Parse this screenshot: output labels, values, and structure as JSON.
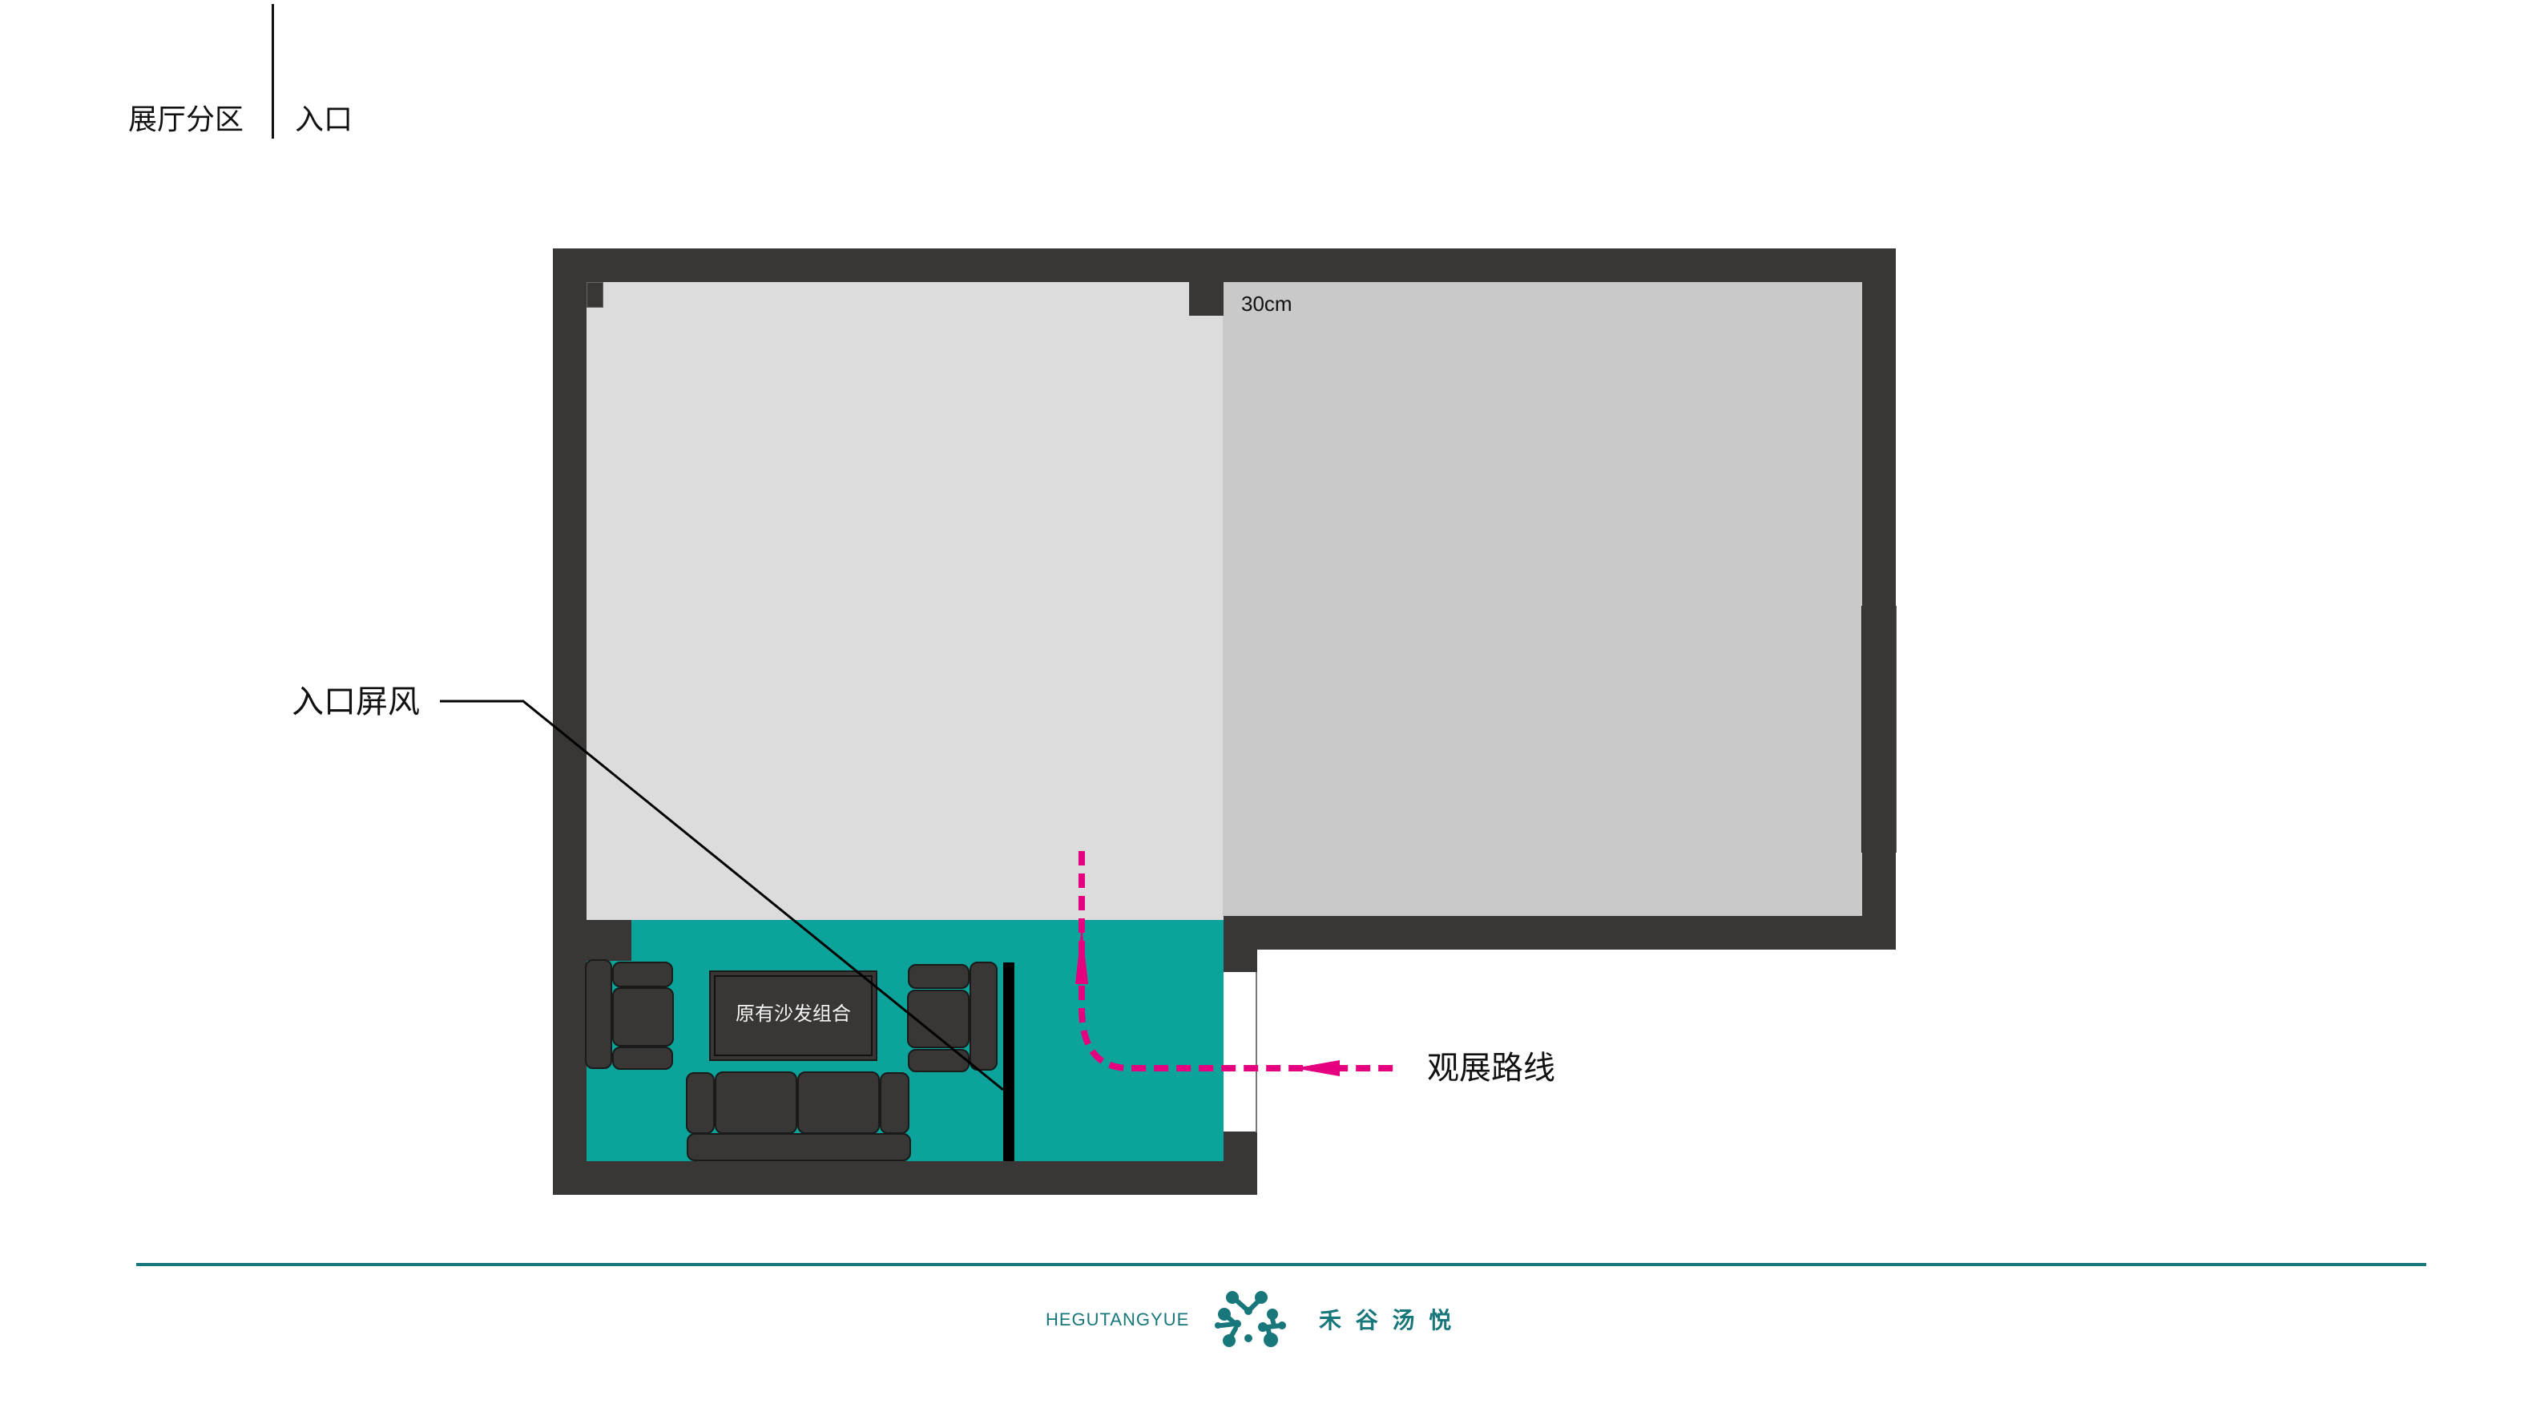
{
  "header": {
    "section": "展厅分区",
    "subsection": "入口"
  },
  "floorplan": {
    "dimension_label": "30cm",
    "furniture_label": "原有沙发组合",
    "annotations": {
      "screen_label": "入口屏风",
      "route_label": "观展路线"
    },
    "colors": {
      "wall": "#393735",
      "left_room": "#dcdcdc",
      "right_room": "#c9c9c9",
      "entrance_zone": "#0ca39a",
      "route": "#e4007f",
      "screen": "#000000"
    }
  },
  "footer": {
    "brand_en": "HEGUTANGYUE",
    "brand_cn": "禾 谷 汤 悦",
    "color": "#17777a"
  }
}
